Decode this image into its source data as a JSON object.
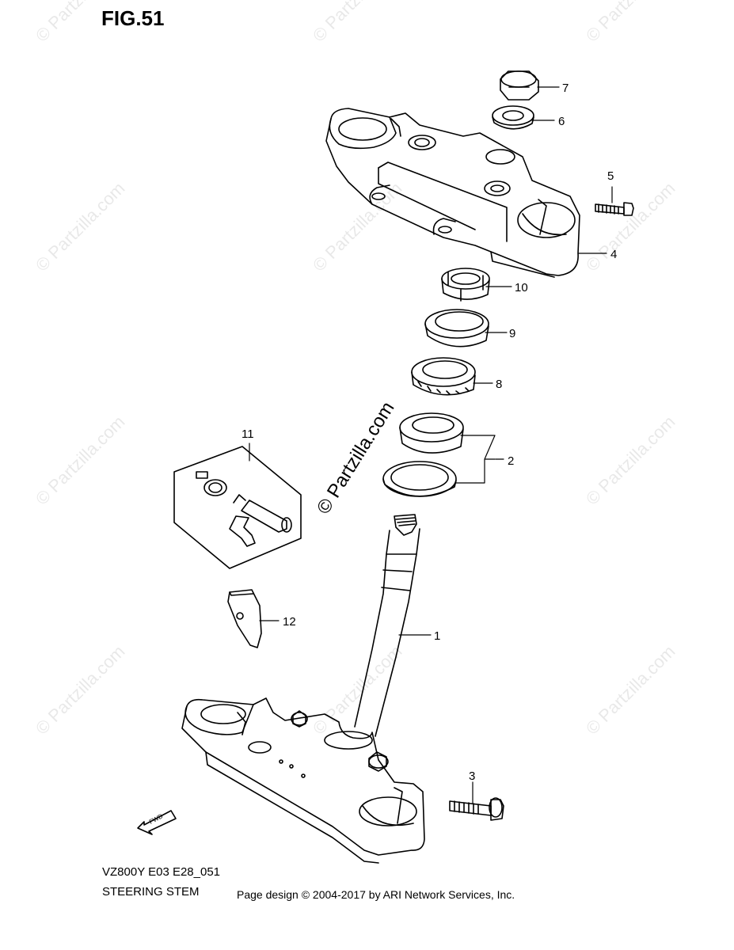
{
  "figure": {
    "title": "FIG.51",
    "watermark": "© Partzilla.com",
    "center_watermark": "© Partzilla.com"
  },
  "callouts": {
    "c1": "1",
    "c2": "2",
    "c3": "3",
    "c4": "4",
    "c5": "5",
    "c6": "6",
    "c7": "7",
    "c8": "8",
    "c9": "9",
    "c10": "10",
    "c11": "11",
    "c12": "12"
  },
  "fwd_label": "FWD",
  "footer": {
    "model_code": "VZ800Y E03 E28_051",
    "section_name": "STEERING STEM",
    "copyright": "Page design © 2004-2017 by ARI Network Services, Inc."
  },
  "colors": {
    "line": "#000000",
    "watermark": "#d8d8d8"
  }
}
